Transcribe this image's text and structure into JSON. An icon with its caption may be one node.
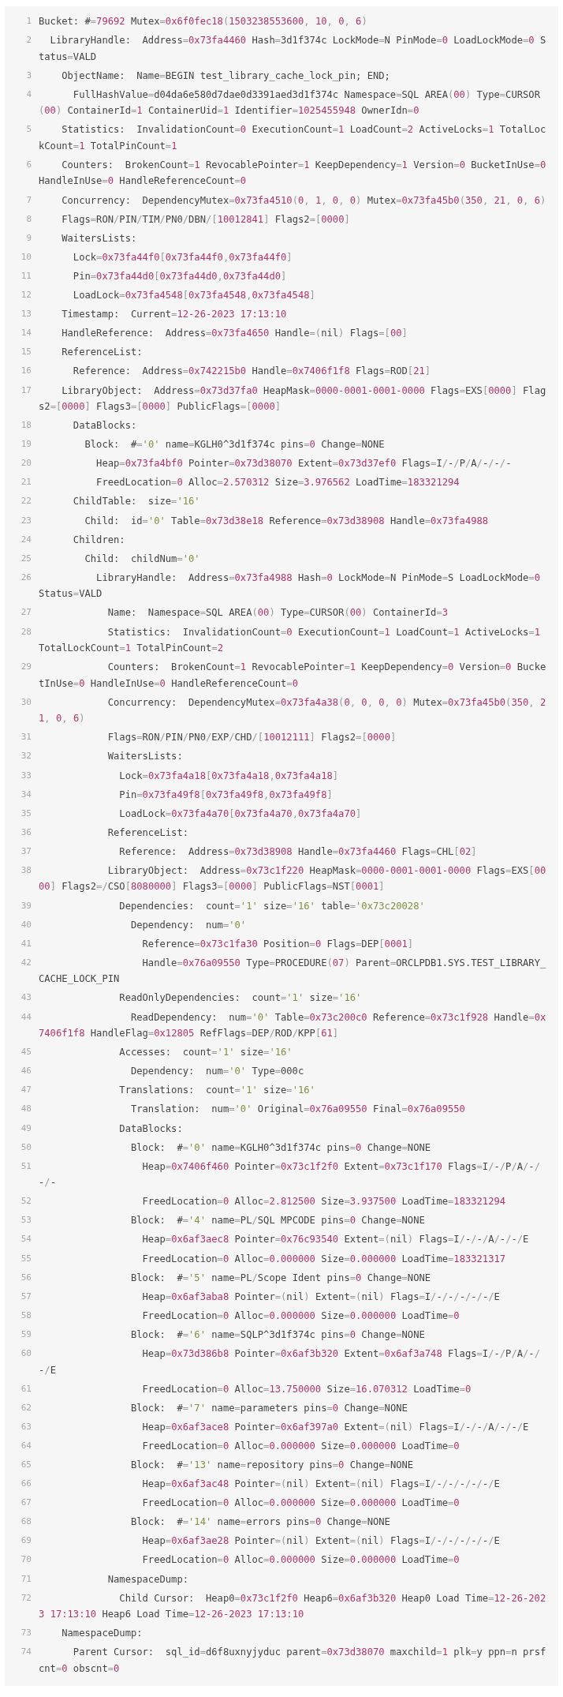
{
  "diagram": {
    "labels": [
      "1",
      "Bucket: #=79692 Mutex=0x6f0fec18(1503238553600, 10, 0, 6)",
      "2",
      "LibraryHandle:  Address=0x73fa4460 Hash=3d1f374c LockMode=N PinMode=0 LoadLockMode=0 Status=VALD",
      "3",
      "ObjectName:  Name=BEGIN test_library_cache_lock_pin; END;",
      "4",
      "FullHashValue=d04da6e580d7dae0d3391aed3d1f374c Namespace=SQL AREA(00) Type=CURSOR(00) ContainerId=1 ContainerUid=1 Identifier=1025455948 OwnerIdn=0",
      "5",
      "Statistics:  InvalidationCount=0 ExecutionCount=1 LoadCount=2 ActiveLocks=1 TotalLockCount=1 TotalPinCount=1",
      "6",
      "Counters:  BrokenCount=1 RevocablePointer=1 KeepDependency=1 Version=0 BucketInUse=0 HandleInUse=0 HandleReferenceCount=0",
      "7",
      "Concurrency:  DependencyMutex=0x73fa4510(0, 1, 0, 0) Mutex=0x73fa45b0(350, 21, 0, 6)",
      "8",
      "Flags=RON/PIN/TIM/PN0/DBN/[10012841] Flags2=[0000]",
      "9",
      "WaitersLists:",
      "10",
      "Lock=0x73fa44f0[0x73fa44f0,0x73fa44f0]",
      "11",
      "Pin=0x73fa44d0[0x73fa44d0,0x73fa44d0]",
      "12",
      "LoadLock=0x73fa4548[0x73fa4548,0x73fa4548]",
      "13",
      "Timestamp:  Current=12-26-2023 17:13:10",
      "14",
      "HandleReference:  Address=0x73fa4650 Handle=(nil) Flags=[00]",
      "15",
      "ReferenceList:",
      "16",
      "Reference:  Address=0x742215b0 Handle=0x7406f1f8 Flags=ROD[21]",
      "17",
      "LibraryObject:  Address=0x73d37fa0 HeapMask=0000-0001-0001-0000 Flags=EXS[0000] Flags2=[0000] Flags3=[0000] PublicFlags=[0000]",
      "18",
      "DataBlocks:",
      "19",
      "Block:  #='0' name=KGLH0^3d1f374c pins=0 Change=NONE",
      "20",
      "Heap=0x73fa4bf0 Pointer=0x73d38070 Extent=0x73d37ef0 Flags=I/-/P/A/-/-/-",
      "21",
      "FreedLocation=0 Alloc=2.570312 Size=3.976562 LoadTime=183321294",
      "22",
      "ChildTable:  size='16'",
      "23",
      "Child:  id='0' Table=0x73d38e18 Reference=0x73d38908 Handle=0x73fa4988",
      "24",
      "Children:",
      "25",
      "Child:  childNum='0'",
      "26",
      "LibraryHandle:  Address=0x73fa4988 Hash=0 LockMode=N PinMode=S LoadLockMode=0 Status=VALD",
      "27",
      "Name:  Namespace=SQL AREA(00) Type=CURSOR(00) ContainerId=3",
      "28",
      "Statistics:  InvalidationCount=0 ExecutionCount=1 LoadCount=1 ActiveLocks=1 TotalLockCount=1 TotalPinCount=2",
      "29",
      "Counters:  BrokenCount=1 RevocablePointer=1 KeepDependency=0 Version=0 BucketInUse=0 HandleInUse=0 HandleReferenceCount=0",
      "30",
      "Concurrency:  DependencyMutex=0x73fa4a38(0, 0, 0, 0) Mutex=0x73fa45b0(350, 21, 0, 6)",
      "31",
      "Flags=RON/PIN/PN0/EXP/CHD/[10012111] Flags2=[0000]",
      "32",
      "WaitersLists:",
      "33",
      "Lock=0x73fa4a18[0x73fa4a18,0x73fa4a18]",
      "34",
      "Pin=0x73fa49f8[0x73fa49f8,0x73fa49f8]",
      "35",
      "LoadLock=0x73fa4a70[0x73fa4a70,0x73fa4a70]",
      "36",
      "ReferenceList:",
      "37",
      "Reference:  Address=0x73d38908 Handle=0x73fa4460 Flags=CHL[02]",
      "38",
      "LibraryObject:  Address=0x73c1f220 HeapMask=0000-0001-0001-0000 Flags=EXS[0000] Flags2=/CSO[8080000] Flags3=[0000] PublicFlags=NST[0001]",
      "39",
      "Dependencies:  count='1' size='16' table='0x73c20028'",
      "40",
      "Dependency:  num='0'",
      "41",
      "Reference=0x73c1fa30 Position=0 Flags=DEP[0001]",
      "42",
      "Handle=0x76a09550 Type=PROCEDURE(07) Parent=ORCLPDB1.SYS.TEST_LIBRARY_CACHE_LOCK_PIN",
      "43",
      "ReadOnlyDependencies:  count='1' size='16'",
      "44",
      "ReadDependency:  num='0' Table=0x73c200c0 Reference=0x73c1f928 Handle=0x7406f1f8 HandleFlag=0x12805 RefFlags=DEP/ROD/KPP[61]",
      "45",
      "Accesses:  count='1' size='16'",
      "46",
      "Dependency:  num='0' Type=000c",
      "47",
      "Translations:  count='1' size='16'",
      "48",
      "Translation:  num='0' Original=0x76a09550 Final=0x76a09550",
      "49",
      "DataBlocks:",
      "50",
      "Block:  #='0' name=KGLH0^3d1f374c pins=0 Change=NONE",
      "51",
      "Heap=0x7406f460 Pointer=0x73c1f2f0 Extent=0x73c1f170 Flags=I/-/P/A/-/-/-",
      "52",
      "FreedLocation=0 Alloc=2.812500 Size=3.937500 LoadTime=183321294",
      "53",
      "Block:  #='4' name=PL/SQL MPCODE pins=0 Change=NONE",
      "54",
      "Heap=0x6af3aec8 Pointer=0x76c93540 Extent=(nil) Flags=I/-/-/A/-/-/E",
      "55",
      "FreedLocation=0 Alloc=0.000000 Size=0.000000 LoadTime=183321317",
      "56",
      "Block:  #='5' name=PL/Scope Ident pins=0 Change=NONE",
      "57",
      "Heap=0x6af3aba8 Pointer=(nil) Extent=(nil) Flags=I/-/-/-/-/-/E",
      "58",
      "FreedLocation=0 Alloc=0.000000 Size=0.000000 LoadTime=0",
      "59",
      "Block:  #='6' name=SQLP^3d1f374c pins=0 Change=NONE",
      "60",
      "Heap=0x73d386b8 Pointer=0x6af3b320 Extent=0x6af3a748 Flags=I/-/P/A/-/-/E",
      "61",
      "FreedLocation=0 Alloc=13.750000 Size=16.070312 LoadTime=0",
      "62",
      "Block:  #='7' name=parameters pins=0 Change=NONE",
      "63",
      "Heap=0x6af3ace8 Pointer=0x6af397a0 Extent=(nil) Flags=I/-/-/A/-/-/E",
      "64",
      "FreedLocation=0 Alloc=0.000000 Size=0.000000 LoadTime=0",
      "65",
      "Block:  #='13' name=repository pins=0 Change=NONE",
      "66",
      "Heap=0x6af3ac48 Pointer=(nil) Extent=(nil) Flags=I/-/-/-/-/-/E",
      "67",
      "FreedLocation=0 Alloc=0.000000 Size=0.000000 LoadTime=0",
      "68",
      "Block:  #='14' name=errors pins=0 Change=NONE",
      "69",
      "Heap=0x6af3ae28 Pointer=(nil) Extent=(nil) Flags=I/-/-/-/-/-/E",
      "70",
      "FreedLocation=0 Alloc=0.000000 Size=0.000000 LoadTime=0",
      "71",
      "NamespaceDump:",
      "72",
      "Child Cursor:  Heap0=0x73c1f2f0 Heap6=0x6af3b320 Heap0 Load Time=12-26-2023 17:13:10 Heap6 Load Time=12-26-2023 17:13:10",
      "73",
      "NamespaceDump:",
      "74",
      "Parent Cursor:  sql_id=d6f8uxnyjyduc parent=0x73d38070 maxchild=1 plk=y ppn=n prsfcnt=0 obscnt=0"
    ]
  }
}
